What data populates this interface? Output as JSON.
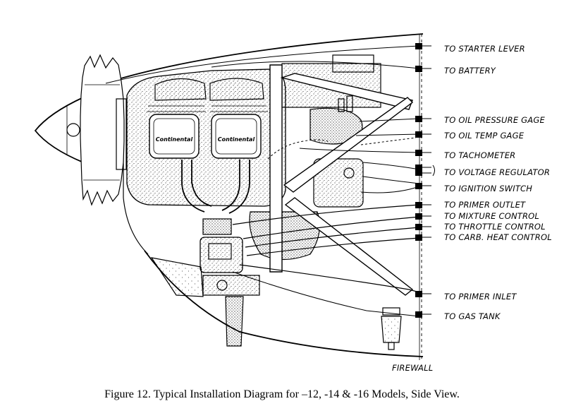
{
  "labels": {
    "starter_lever": "TO STARTER LEVER",
    "battery": "TO BATTERY",
    "oil_pressure_gage": "TO OIL PRESSURE GAGE",
    "oil_temp_gage": "TO OIL TEMP GAGE",
    "tachometer": "TO TACHOMETER",
    "voltage_regulator": "TO VOLTAGE REGULATOR",
    "ignition_switch": "TO IGNITION SWITCH",
    "primer_outlet": "TO PRIMER OUTLET",
    "mixture_control": "TO MIXTURE CONTROL",
    "throttle_control": "TO THROTTLE CONTROL",
    "carb_heat_control": "TO CARB. HEAT CONTROL",
    "primer_inlet": "TO PRIMER INLET",
    "gas_tank": "TO GAS TANK",
    "firewall": "FIREWALL"
  },
  "engine_brand": "Continental",
  "caption": "Figure 12.  Typical Installation Diagram for –12, -14 & -16 Models, Side View."
}
